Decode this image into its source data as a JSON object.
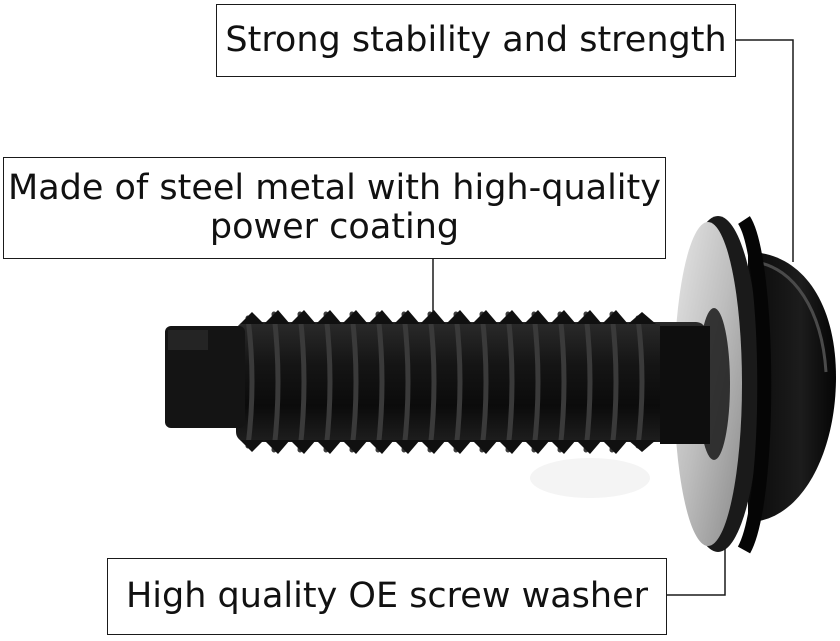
{
  "callouts": {
    "stability": "Strong stability and strength",
    "material_line1": "Made of steel metal with high-quality",
    "material_line2": "power coating",
    "washer": "High quality OE screw washer"
  },
  "colors": {
    "background": "#ffffff",
    "screw": "#121212",
    "highlight": "#3c3c3c",
    "washer_face": "#cfcfcf"
  },
  "image_subject": "black-screw-with-washer"
}
